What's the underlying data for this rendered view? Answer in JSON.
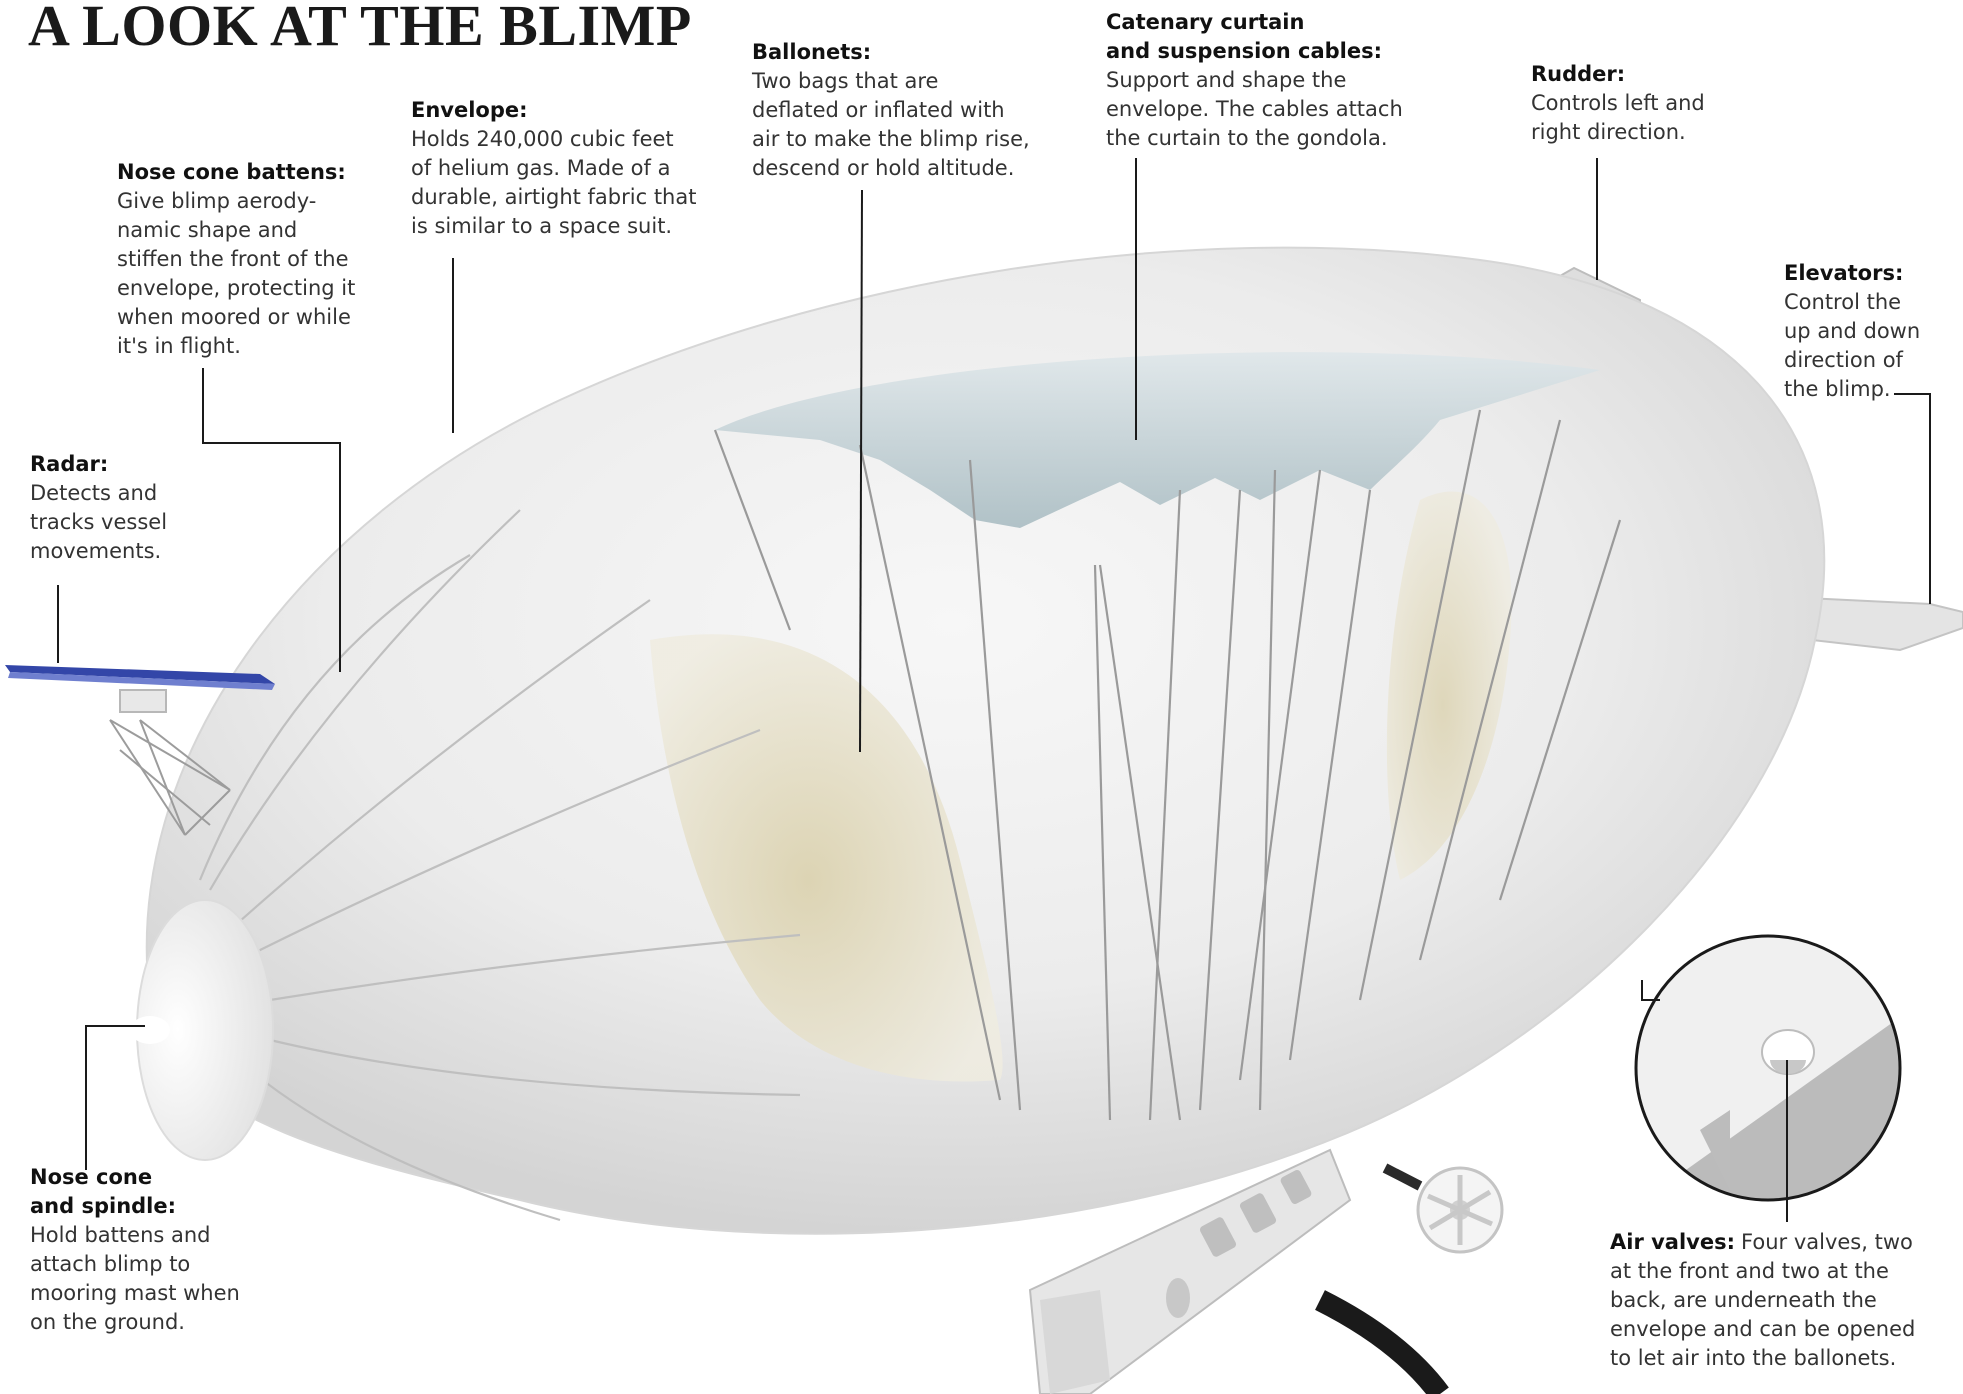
{
  "title": "A LOOK AT THE BLIMP",
  "colors": {
    "leader_line": "#1a1a1a",
    "envelope": "#ececec",
    "envelope_shadow": "#cfcfcf",
    "curtain": "#b8c8cd",
    "ballonet": "#e2dcc4",
    "radar": "#3346a8"
  },
  "callouts": {
    "nose_cone_battens": {
      "head": "Nose cone battens:",
      "lines": [
        "Give blimp aerody-",
        "namic shape and",
        "stiffen the front of the",
        "envelope, protecting it",
        "when moored or while",
        "it's in flight."
      ]
    },
    "envelope": {
      "head": "Envelope:",
      "lines": [
        "Holds 240,000 cubic feet",
        "of helium gas. Made of a",
        "durable, airtight fabric that",
        "is similar to a space suit."
      ]
    },
    "ballonets": {
      "head": "Ballonets:",
      "lines": [
        "Two bags that are",
        "deflated or inflated with",
        "air to make the blimp rise,",
        "descend or hold altitude."
      ]
    },
    "catenary": {
      "head_lines": [
        "Catenary curtain",
        "and suspension cables:"
      ],
      "lines": [
        "Support and shape the",
        "envelope. The cables attach",
        "the curtain to the gondola."
      ]
    },
    "rudder": {
      "head": "Rudder:",
      "lines": [
        "Controls left and",
        "right direction."
      ]
    },
    "elevators": {
      "head": "Elevators:",
      "lines": [
        "Control the",
        "up and down",
        "direction of",
        "the blimp."
      ]
    },
    "radar": {
      "head": "Radar:",
      "lines": [
        "Detects and",
        "tracks vessel",
        "movements."
      ]
    },
    "nose_cone_spindle": {
      "head_lines": [
        "Nose cone",
        "and spindle:"
      ],
      "lines": [
        "Hold battens and",
        "attach blimp to",
        "mooring mast when",
        "on the ground."
      ]
    },
    "air_valves": {
      "head": "Air valves:",
      "first": "Four valves, two",
      "lines": [
        "at the front and two at the",
        "back, are underneath the",
        "envelope and can be opened",
        "to let air into the ballonets."
      ]
    }
  }
}
